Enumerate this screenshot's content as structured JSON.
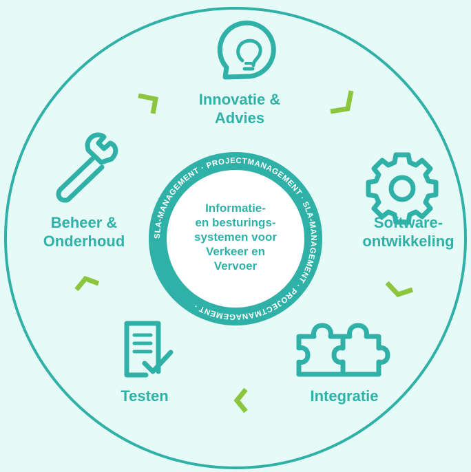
{
  "center": {
    "text": "Informatie-\nen besturings-\nsystemen voor\nVerkeer en\nVervoer",
    "ring_text": "SLA-MANAGEMENT · PROJECTMANAGEMENT · SLA-MANAGEMENT · PROJECTMANAGEMENT ·"
  },
  "stages": {
    "innovatie": "Innovatie &\nAdvies",
    "software": "Software-\nontwikkeling",
    "integratie": "Integratie",
    "testen": "Testen",
    "beheer": "Beheer &\nOnderhoud"
  },
  "icons": {
    "innovatie": "lightbulb-speech-icon",
    "software": "gear-icon",
    "integratie": "puzzle-icon",
    "testen": "checklist-icon",
    "beheer": "wrench-icon"
  },
  "colors": {
    "background": "#e6faf7",
    "teal": "#2fb1a8",
    "arrow": "#8cc63f"
  }
}
